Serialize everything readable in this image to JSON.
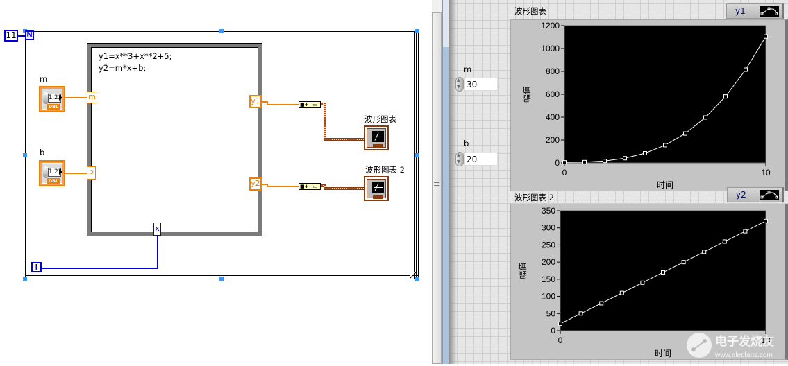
{
  "block_diagram": {
    "loop_count": "11",
    "loop_count_terminal": "N",
    "iteration_terminal": "i",
    "formula_node": {
      "lines": [
        "y1=x**3+x**2+5;",
        "y2=m*x+b;"
      ],
      "inputs": [
        "m",
        "b",
        "x"
      ],
      "outputs": [
        "y1",
        "y2"
      ]
    },
    "controls": [
      {
        "label": "m",
        "display": "1.23",
        "type": "DBL"
      },
      {
        "label": "b",
        "display": "1.23",
        "type": "DBL"
      }
    ],
    "build_waveform_glyph": "■+|▭",
    "indicators": [
      {
        "label": "波形图表"
      },
      {
        "label": "波形图表 2"
      }
    ]
  },
  "front_panel": {
    "controls": [
      {
        "label": "m",
        "value": "30"
      },
      {
        "label": "b",
        "value": "20"
      }
    ]
  },
  "chart_data": [
    {
      "type": "line",
      "title": "波形图表",
      "legend": [
        "y1"
      ],
      "legend_placement": "top-right",
      "xlabel": "时间",
      "ylabel": "幅值",
      "xlim": [
        0,
        10
      ],
      "ylim": [
        0,
        1200
      ],
      "xticks": [
        "0",
        "10"
      ],
      "yticks": [
        "0",
        "200",
        "400",
        "600",
        "800",
        "1000",
        "1200"
      ],
      "grid": false,
      "series": [
        {
          "name": "y1",
          "x": [
            0,
            1,
            2,
            3,
            4,
            5,
            6,
            7,
            8,
            9,
            10
          ],
          "values": [
            5,
            7,
            17,
            41,
            85,
            155,
            257,
            397,
            581,
            815,
            1105
          ]
        }
      ]
    },
    {
      "type": "line",
      "title": "波形图表 2",
      "legend": [
        "y2"
      ],
      "legend_placement": "top-right",
      "xlabel": "时间",
      "ylabel": "幅值",
      "xlim": [
        0,
        10
      ],
      "ylim": [
        0,
        350
      ],
      "xticks": [
        "0",
        "10"
      ],
      "yticks": [
        "0",
        "50",
        "100",
        "150",
        "200",
        "250",
        "300",
        "350"
      ],
      "grid": false,
      "series": [
        {
          "name": "y2",
          "x": [
            0,
            1,
            2,
            3,
            4,
            5,
            6,
            7,
            8,
            9,
            10
          ],
          "values": [
            20,
            50,
            80,
            110,
            140,
            170,
            200,
            230,
            260,
            290,
            320
          ]
        }
      ]
    }
  ],
  "watermark": {
    "text_cn": "电子发烧友",
    "url_text": "www.elecfans.com"
  }
}
